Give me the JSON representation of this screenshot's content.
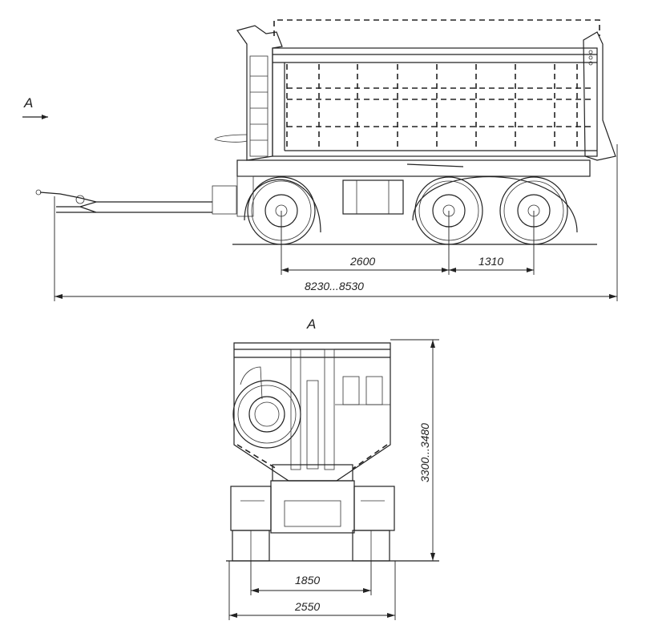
{
  "side_view": {
    "view_arrow_label": "A",
    "dimensions": {
      "wheelbase_front_to_middle": "2600",
      "middle_to_rear_axle": "1310",
      "overall_length": "8230...8530"
    }
  },
  "front_view": {
    "title": "A",
    "dimensions": {
      "height": "3300...3480",
      "track_width": "1850",
      "overall_width": "2550"
    }
  }
}
